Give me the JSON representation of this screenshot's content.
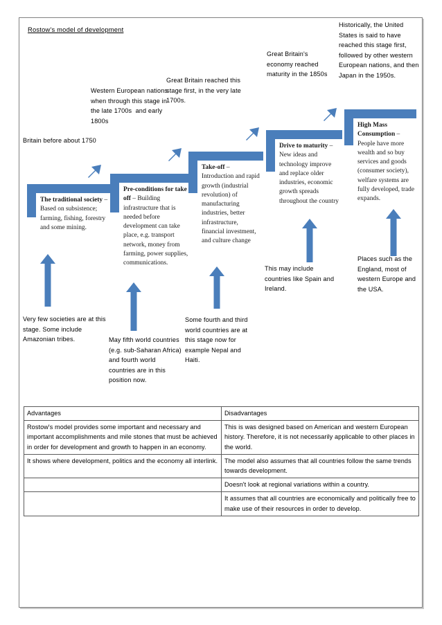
{
  "document": {
    "title": "Rostow's model of development"
  },
  "theme": {
    "accent_blue": "#4a7ebb",
    "page_border": "#808080",
    "table_border": "#5a5a5a",
    "background": "#ffffff"
  },
  "stages": [
    {
      "id": "traditional-society",
      "heading": "The traditional society",
      "dash": " – ",
      "body": "Based on subsistence; farming, fishing, forestry and some mining.",
      "full_text": "The traditional society – Based on subsistence; farming, fishing, forestry and some mining."
    },
    {
      "id": "pre-conditions-for-take-off",
      "heading": "Pre-conditions for take off",
      "dash": " – ",
      "body": "Building infrastructure that is needed before development can take place, e.g. transport network, money from farming, power supplies, communications.",
      "full_text": "Pre-conditions for take off – Building infrastructure that is needed before development can take place, e.g. transport network, money from farming, power supplies, communications."
    },
    {
      "id": "take-off",
      "heading": "Take-off",
      "dash": " – ",
      "body": "Introduction and rapid growth (industrial revolution) of manufacturing industries, better infrastructure, financial investment, and culture change",
      "full_text": "Take-off – Introduction and rapid growth (industrial revolution) of manufacturing industries, better infrastructure, financial investment, and culture change"
    },
    {
      "id": "drive-to-maturity",
      "heading": "Drive to maturity",
      "dash": " – ",
      "body": "New ideas and technology improve and replace older industries, economic growth spreads throughout the country",
      "full_text": "Drive to maturity – New ideas and technology improve and replace older industries, economic growth spreads throughout the country"
    },
    {
      "id": "high-mass-consumption",
      "heading": "High Mass Consumption",
      "dash": " – ",
      "body": "People have more wealth and so buy services and goods (consumer society), welfare systems are fully developed, trade expands.",
      "full_text": "High Mass Consumption – People have more wealth and so buy services and goods (consumer society), welfare systems are fully developed, trade expands."
    }
  ],
  "top_notes": [
    {
      "id": "britain-before-1750",
      "text": "Britain before about 1750"
    },
    {
      "id": "western-european-nations",
      "text": "Western European nations when through this stage in the late 1700s  and early 1800s"
    },
    {
      "id": "great-britain-take-off",
      "text": "Great Britain reached this stage first, in the very late 1700s."
    },
    {
      "id": "great-britain-maturity",
      "text": "Great Britain's economy reached maturity in the 1850s"
    },
    {
      "id": "united-states-high-mass",
      "text": "Historically, the United States is said to have reached this stage first, followed by other western European nations, and then Japan in the 1950s."
    }
  ],
  "bottom_notes": [
    {
      "id": "very-few-societies",
      "text": "Very few societies are at this stage. Some include Amazonian tribes."
    },
    {
      "id": "fifth-world-countries",
      "text": "May fifth world countries (e.g. sub-Saharan Africa) and fourth world countries are in this position now."
    },
    {
      "id": "fourth-and-third-world",
      "text": "Some fourth and third world countries are at this stage now for example Nepal and Haiti."
    },
    {
      "id": "spain-and-ireland",
      "text": "This may include countries like Spain and Ireland."
    },
    {
      "id": "england-western-europe-usa",
      "text": "Places such as the England, most of western Europe and the USA."
    }
  ],
  "table": {
    "headers": [
      "Advantages",
      "Disadvantages"
    ],
    "rows": [
      {
        "advantage": "Rostow's model provides some important and necessary and important accomplishments and mile stones that must be achieved in order for development and growth to happen in an economy.",
        "disadvantage": "This is was designed based on American and western European history. Therefore, it is not necessarily applicable to other places in the world."
      },
      {
        "advantage": "It shows where development, politics and the economy all interlink.",
        "disadvantage": "The model also assumes that all countries follow the same trends towards development."
      },
      {
        "advantage": "",
        "disadvantage": "Doesn't look at regional variations within a country."
      },
      {
        "advantage": "",
        "disadvantage": "It assumes that all countries are economically and politically free to make use of their resources in order to develop."
      }
    ]
  },
  "arrows": {
    "diagonal_label": "diagonal-up-right-arrow",
    "vertical_label": "up-arrow"
  }
}
